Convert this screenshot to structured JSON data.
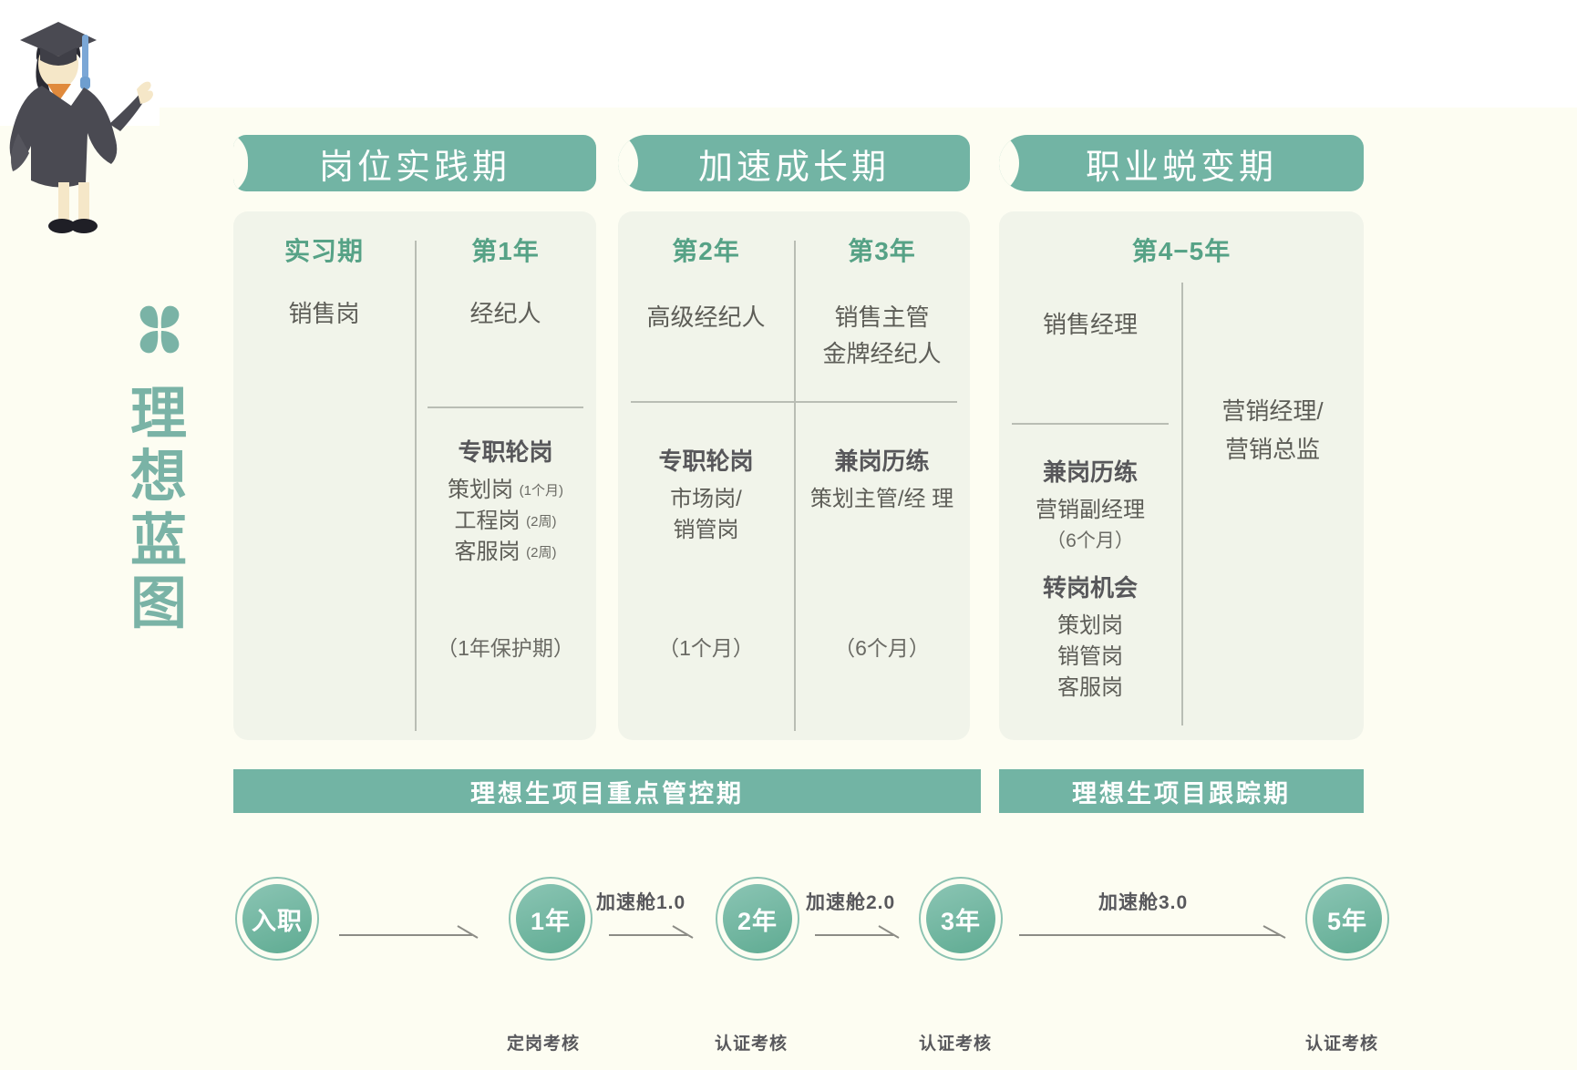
{
  "brand": {
    "icon": "clover-flower-icon",
    "title_chars": [
      "理",
      "想",
      "蓝",
      "图"
    ],
    "accent": "#7ab3a6"
  },
  "illustration": {
    "name": "graduate-student-illustration"
  },
  "groups": [
    {
      "banner": "岗位实践期",
      "columns": [
        {
          "head": "实习期",
          "role": "销售岗"
        },
        {
          "head": "第1年",
          "role": "经纪人",
          "section_title": "专职轮岗",
          "rotations": [
            {
              "name": "策划岗",
              "duration": "(1个月)"
            },
            {
              "name": "工程岗",
              "duration": "(2周)"
            },
            {
              "name": "客服岗",
              "duration": "(2周)"
            }
          ],
          "footnote": "（1年保护期）"
        }
      ]
    },
    {
      "banner": "加速成长期",
      "columns": [
        {
          "head": "第2年",
          "role": "高级经纪人",
          "section_title": "专职轮岗",
          "body_lines": [
            "市场岗/",
            "销管岗"
          ],
          "footnote": "（1个月）"
        },
        {
          "head": "第3年",
          "role_lines": [
            "销售主管",
            "金牌经纪人"
          ],
          "section_title": "兼岗历练",
          "body_lines": [
            "策划主管/经 理"
          ],
          "footnote": "（6个月）"
        }
      ]
    },
    {
      "banner": "职业蜕变期",
      "wide_head": "第4−5年",
      "left": {
        "role": "销售经理",
        "blocks": [
          {
            "title": "兼岗历练",
            "lines": [
              "营销副经理"
            ],
            "small": "（6个月）"
          },
          {
            "title": "转岗机会",
            "lines": [
              "策划岗",
              "销管岗",
              "客服岗"
            ]
          }
        ]
      },
      "right": {
        "role_lines": [
          "营销经理/",
          "营销总监"
        ]
      }
    }
  ],
  "footer_bars": [
    {
      "label": "理想生项目重点管控期"
    },
    {
      "label": "理想生项目跟踪期"
    }
  ],
  "timeline": {
    "nodes": [
      {
        "label": "入职"
      },
      {
        "label": "1年"
      },
      {
        "label": "2年"
      },
      {
        "label": "3年"
      },
      {
        "label": "5年"
      }
    ],
    "accelerators": [
      "加速舱1.0",
      "加速舱2.0",
      "加速舱3.0"
    ],
    "evaluations": [
      "定岗考核",
      "认证考核",
      "认证考核",
      "认证考核"
    ]
  },
  "colors": {
    "banner_green": "#72b4a4",
    "head_green": "#56a286",
    "card_bg": "#f1f4ea",
    "page_bg": "#fdfdf2",
    "text_gray": "#5d5d57"
  }
}
